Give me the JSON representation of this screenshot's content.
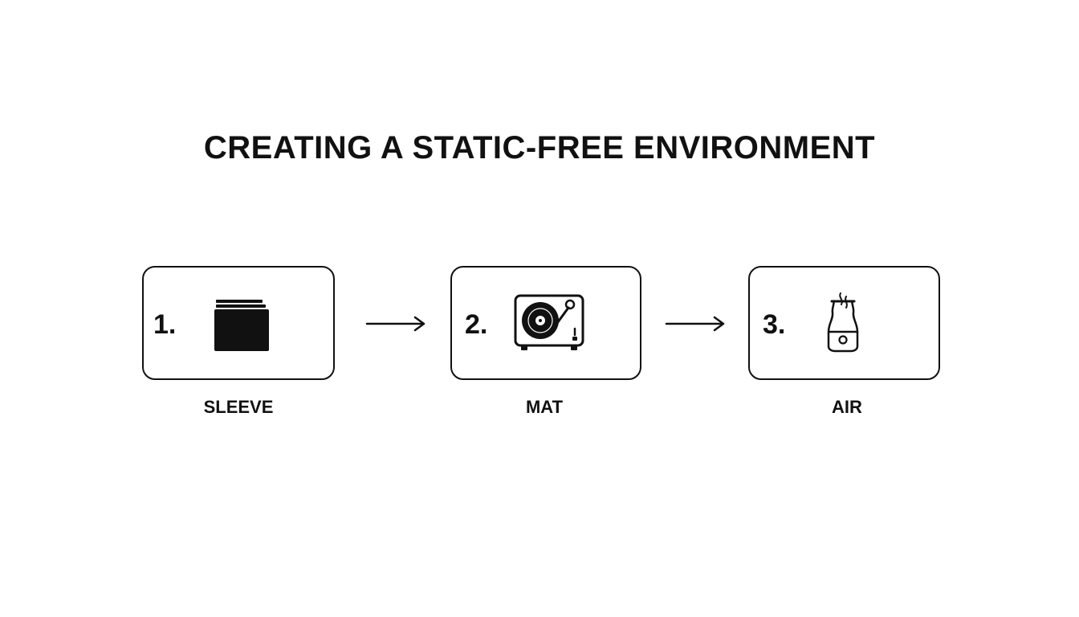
{
  "title": "CREATING A STATIC-FREE ENVIRONMENT",
  "steps": [
    {
      "number": "1.",
      "label": "SLEEVE",
      "icon": "record-sleeve-icon"
    },
    {
      "number": "2.",
      "label": "MAT",
      "icon": "turntable-icon"
    },
    {
      "number": "3.",
      "label": "AIR",
      "icon": "humidifier-icon"
    }
  ],
  "colors": {
    "ink": "#111111",
    "background": "#ffffff"
  }
}
